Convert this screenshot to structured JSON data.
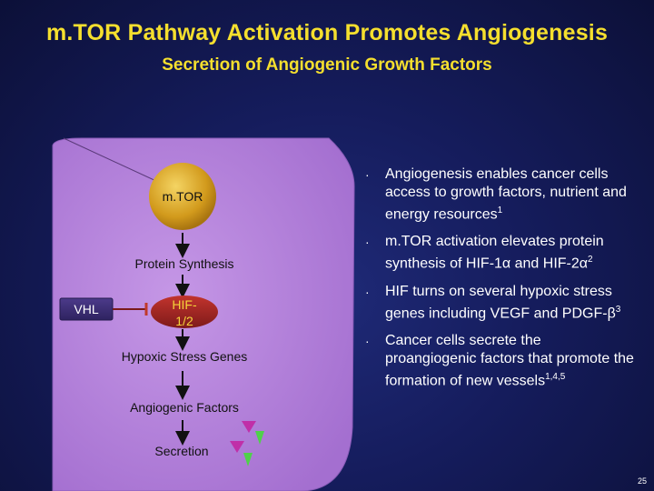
{
  "title": "m.TOR Pathway Activation Promotes Angiogenesis",
  "subtitle": "Secretion of Angiogenic Growth Factors",
  "diagram": {
    "mtor": "m.TOR",
    "protein_synthesis": "Protein Synthesis",
    "vhl": "VHL",
    "hif": "HIF-\n1/2",
    "hypoxic_stress_genes": "Hypoxic Stress Genes",
    "angiogenic_factors": "Angiogenic Factors",
    "secretion": "Secretion"
  },
  "bullets": [
    {
      "text": "Angiogenesis enables cancer cells access to growth factors, nutrient and energy resources",
      "ref": "1"
    },
    {
      "text": "m.TOR activation elevates protein synthesis of HIF-1α and HIF-2α",
      "ref": "2"
    },
    {
      "text": "HIF turns on several hypoxic stress genes including VEGF and PDGF-β",
      "ref": "3"
    },
    {
      "text": "Cancer cells secrete the proangiogenic factors that promote the formation of new vessels",
      "ref": "1,4,5"
    }
  ],
  "bullet_symbol": "·",
  "page_number": "25",
  "colors": {
    "background": "#151c5c",
    "title": "#f5df2e",
    "cell": "#b47ed9",
    "mtor": "#d9a521",
    "hif": "#9c2424",
    "vhl": "#3d2f73",
    "secreted_magenta": "#c02fa8",
    "secreted_green": "#4fd14a"
  }
}
